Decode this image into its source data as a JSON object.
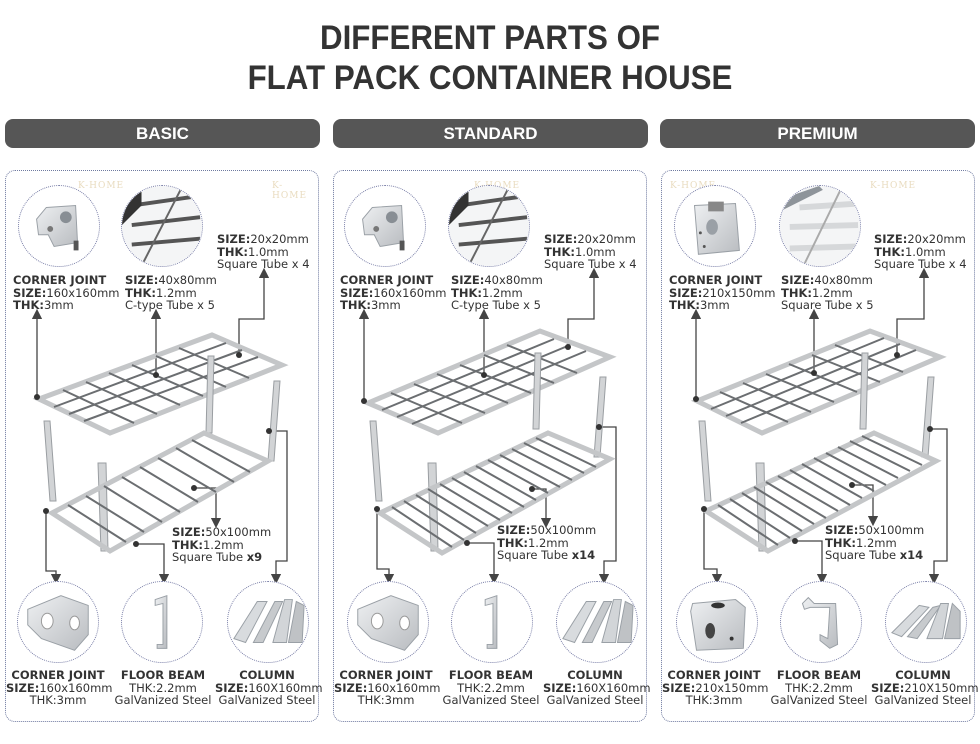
{
  "title": {
    "line1": "DIFFERENT PARTS OF",
    "line2": "FLAT PACK CONTAINER HOUSE"
  },
  "watermark": "K-HOME",
  "colors": {
    "header_bg": "#565656",
    "header_text": "#ffffff",
    "title_text": "#333333",
    "panel_border": "#6f7aa0",
    "steel": "#c9cbcc"
  },
  "tiers": [
    {
      "name": "BASIC",
      "top_corner_joint": {
        "title": "CORNER JOINT",
        "size_label": "SIZE:",
        "size": "160x160mm",
        "thk_label": "THK:",
        "thk": "3mm"
      },
      "top_beam": {
        "size_label": "SIZE:",
        "size": "40x80mm",
        "thk_label": "THK:",
        "thk": "1.2mm",
        "type": "C-type Tube x 5"
      },
      "roof_purlin": {
        "size_label": "SIZE:",
        "size": "20x20mm",
        "thk_label": "THK:",
        "thk": "1.0mm",
        "type": "Square Tube x 4"
      },
      "floor_joist": {
        "size_label": "SIZE:",
        "size": "50x100mm",
        "thk_label": "THK:",
        "thk": "1.2mm",
        "type": "Square Tube ",
        "count": "x9"
      },
      "bottom_corner_joint": {
        "title": "CORNER JOINT",
        "size_label": "SIZE:",
        "size": "160x160mm",
        "thk": "THK:3mm"
      },
      "floor_beam": {
        "title": "FLOOR BEAM",
        "thk": "THK:2.2mm",
        "material": "GalVanized Steel"
      },
      "column": {
        "title": "COLUMN",
        "size_label": "SIZE:",
        "size": "160X160mm",
        "material": "GalVanized Steel"
      }
    },
    {
      "name": "STANDARD",
      "top_corner_joint": {
        "title": "CORNER JOINT",
        "size_label": "SIZE:",
        "size": "160x160mm",
        "thk_label": "THK:",
        "thk": "3mm"
      },
      "top_beam": {
        "size_label": "SIZE:",
        "size": "40x80mm",
        "thk_label": "THK:",
        "thk": "1.2mm",
        "type": "C-type Tube x 5"
      },
      "roof_purlin": {
        "size_label": "SIZE:",
        "size": "20x20mm",
        "thk_label": "THK:",
        "thk": "1.0mm",
        "type": "Square Tube x 4"
      },
      "floor_joist": {
        "size_label": "SIZE:",
        "size": "50x100mm",
        "thk_label": "THK:",
        "thk": "1.2mm",
        "type": "Square Tube ",
        "count": "x14"
      },
      "bottom_corner_joint": {
        "title": "CORNER JOINT",
        "size_label": "SIZE:",
        "size": "160x160mm",
        "thk": "THK:3mm"
      },
      "floor_beam": {
        "title": "FLOOR BEAM",
        "thk": "THK:2.2mm",
        "material": "GalVanized Steel"
      },
      "column": {
        "title": "COLUMN",
        "size_label": "SIZE:",
        "size": "160X160mm",
        "material": "GalVanized Steel"
      }
    },
    {
      "name": "PREMIUM",
      "top_corner_joint": {
        "title": "CORNER JOINT",
        "size_label": "SIZE:",
        "size": "210x150mm",
        "thk_label": "THK:",
        "thk": "3mm"
      },
      "top_beam": {
        "size_label": "SIZE:",
        "size": "40x80mm",
        "thk_label": "THK:",
        "thk": "1.2mm",
        "type": "Square Tube x 5"
      },
      "roof_purlin": {
        "size_label": "SIZE:",
        "size": "20x20mm",
        "thk_label": "THK:",
        "thk": "1.0mm",
        "type": "Square Tube x 4"
      },
      "floor_joist": {
        "size_label": "SIZE:",
        "size": "50x100mm",
        "thk_label": "THK:",
        "thk": "1.2mm",
        "type": "Square Tube ",
        "count": "x14"
      },
      "bottom_corner_joint": {
        "title": "CORNER JOINT",
        "size_label": "SIZE:",
        "size": "210x150mm",
        "thk": "THK:3mm"
      },
      "floor_beam": {
        "title": "FLOOR BEAM",
        "thk": "THK:2.2mm",
        "material": "GalVanized Steel"
      },
      "column": {
        "title": "COLUMN",
        "size_label": "SIZE:",
        "size": "210X150mm",
        "material": "GalVanized Steel"
      }
    }
  ]
}
